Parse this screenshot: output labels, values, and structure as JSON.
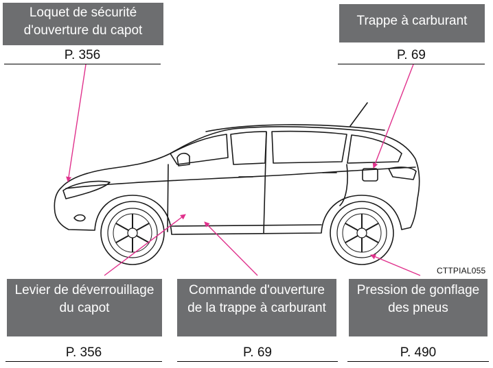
{
  "callouts": {
    "hood_safety_catch": {
      "label_line1": "Loquet de sécurité",
      "label_line2": "d'ouverture du capot",
      "page": "P. 356"
    },
    "fuel_filler_door": {
      "label": "Trappe à carburant",
      "page": "P. 69"
    },
    "hood_release_lever": {
      "label_line1": "Levier de déverrouillage",
      "label_line2": "du capot",
      "page": "P. 356"
    },
    "fuel_door_opener": {
      "label_line1": "Commande d'ouverture",
      "label_line2": "de la trappe à carburant",
      "page": "P. 69"
    },
    "tire_pressure": {
      "label_line1": "Pression de gonflage",
      "label_line2": "des pneus",
      "page": "P. 490"
    }
  },
  "figure_code": "CTTPIAL055",
  "colors": {
    "label_background": "#6d6e70",
    "label_text": "#ffffff",
    "leader_line": "#e0318c",
    "car_outline": "#1a1a1a"
  }
}
